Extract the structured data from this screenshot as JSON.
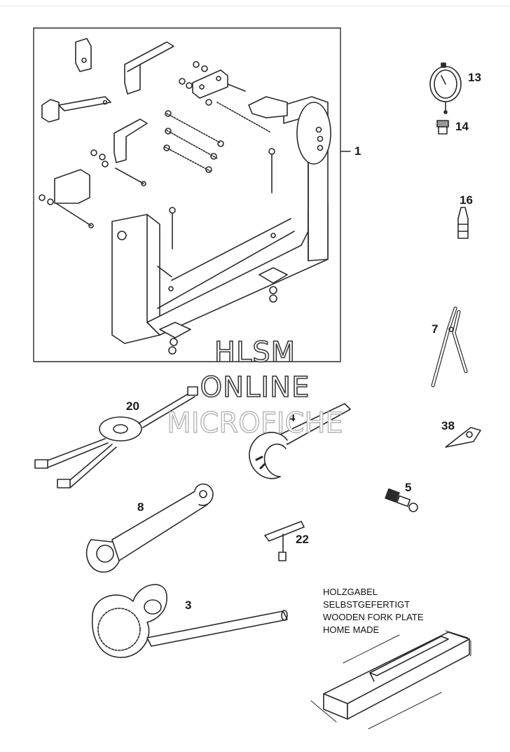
{
  "callouts": {
    "c1": "1",
    "c13": "13",
    "c14": "14",
    "c16": "16",
    "c7": "7",
    "c20": "20",
    "c4": "4",
    "c38": "38",
    "c5": "5",
    "c8": "8",
    "c22": "22",
    "c3": "3"
  },
  "watermark": {
    "line1": "HLSM",
    "line2": "ONLINE",
    "line3": "MICROFICHE"
  },
  "fork_plate_note": {
    "line1": "HOLZGABEL",
    "line2": "SELBSTGEFERTIGT",
    "line3": "WOODEN FORK PLATE",
    "line4": "HOME MADE"
  },
  "colors": {
    "line": "#2a2a2a",
    "fill": "#ffffff",
    "shade": "#cfcfcf"
  }
}
